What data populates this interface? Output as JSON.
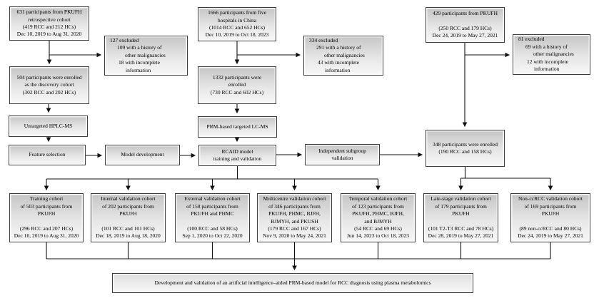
{
  "diagram_type": "study-flowchart",
  "colors": {
    "box_border": "#3e3e3e",
    "box_fill_top": "#c5c5c5",
    "box_fill_bottom": "#f7f7f7",
    "arrow": "#111111",
    "text": "#000000",
    "background": "#ffffff"
  },
  "boxes": {
    "cohort_631": {
      "lines": [
        "631 participants from PKUFH",
        "retrospective cohort",
        "(419 RCC and 212 HCs)",
        "Dec 10, 2019 to Aug 31, 2020"
      ]
    },
    "excluded_127": {
      "lines": [
        "127 excluded",
        "109 with a history of",
        "other malignancies",
        "18 with incomplete",
        "information"
      ]
    },
    "cohort_1666": {
      "lines": [
        "1666 participants from five",
        "hospitals in China",
        "(1014 RCC and 652 HCs)",
        "Dec 10, 2019 to Oct 18, 2023"
      ]
    },
    "excluded_334": {
      "lines": [
        "334 excluded",
        "291 with a history of",
        "other malignancies",
        "43 with incomplete",
        "information"
      ]
    },
    "cohort_429": {
      "lines": [
        "429 participants from PKUFH",
        "",
        "(250 RCC and 179 HCs)",
        "Dec 24, 2019 to May 27, 2021"
      ]
    },
    "excluded_81": {
      "lines": [
        "81 excluded",
        "69 with a history of",
        "other malignancies",
        "12 with incomplete",
        "information"
      ]
    },
    "enrolled_504": {
      "lines": [
        "504 participants were enrolled",
        "as the discovery cohort",
        "(302 RCC and 202 HCs)"
      ]
    },
    "enrolled_1332": {
      "lines": [
        "1332 participants were",
        "enrolled",
        "(730 RCC and 602 HCs)"
      ]
    },
    "untargeted_hplc_ms": {
      "lines": [
        "Untargeted HPLC-MS"
      ]
    },
    "prm_targeted_lc_ms": {
      "lines": [
        "PRM-based targeted LC-MS"
      ]
    },
    "feature_selection": {
      "lines": [
        "Feature selection"
      ]
    },
    "model_development": {
      "lines": [
        "Model development"
      ]
    },
    "rcaid_model": {
      "lines": [
        "RCAID model",
        "training and validation"
      ]
    },
    "independent_subgroup": {
      "lines": [
        "Independent subgroup",
        "validation"
      ]
    },
    "enrolled_348": {
      "lines": [
        "348 participants were enrolled",
        "(190 RCC and 158 HCs)"
      ]
    },
    "training_cohort": {
      "lines": [
        "Training cohort",
        "of 503 participants from",
        "PKUFH",
        "",
        "(296 RCC and 207 HCs)",
        "Dec 10, 2019 to Aug 31, 2020"
      ]
    },
    "internal_validation": {
      "lines": [
        "Internal validation cohort",
        "of 202 participants from",
        "PKUFH",
        "",
        "(101 RCC and 101 HCs)",
        "Dec 18, 2019 to Aug 18, 2020"
      ]
    },
    "external_validation": {
      "lines": [
        "External validation cohort",
        "of 158 participants from",
        "PKUFH and PHMC",
        "",
        "(100 RCC and 58 HCs)",
        "Sep 1, 2020 to Oct 22, 2020"
      ]
    },
    "multicentre_validation": {
      "lines": [
        "Multicentre validation cohort",
        "of 346 participants from",
        "PKUFH, PHMC, BJFH,",
        "BJMYH, and PKUSH",
        "(179 RCC and 167 HCs)",
        "Nov 9, 2020 to May 24, 2021"
      ]
    },
    "temporal_validation": {
      "lines": [
        "Temporal validation cohort",
        "of 123 participants from",
        "PKUFH, PHMC, BJFH,",
        "and BJMYH",
        "(54 RCC and 69 HCs)",
        "Jun 14, 2023 to Oct 18, 2023"
      ]
    },
    "late_stage_validation": {
      "lines": [
        "Late-stage validation cohort",
        "of 179 participants from",
        "PKUFH",
        "",
        "(101 T2-T3 RCC and 78 HCs)",
        "Dec 28, 2019 to May 27, 2021"
      ]
    },
    "non_ccrcc_validation": {
      "lines": [
        "Non-ccRCC validation cohort",
        "of 169 participants from",
        "PKUFH",
        "",
        "(89 non-ccRCC and 80 HCs)",
        "Dec 24, 2019 to May 27, 2021"
      ]
    },
    "summary": {
      "lines": [
        "Development and validation of an artificial intelligence–aided PRM-based model for RCC diagnosis using plasma metabolomics"
      ]
    }
  }
}
